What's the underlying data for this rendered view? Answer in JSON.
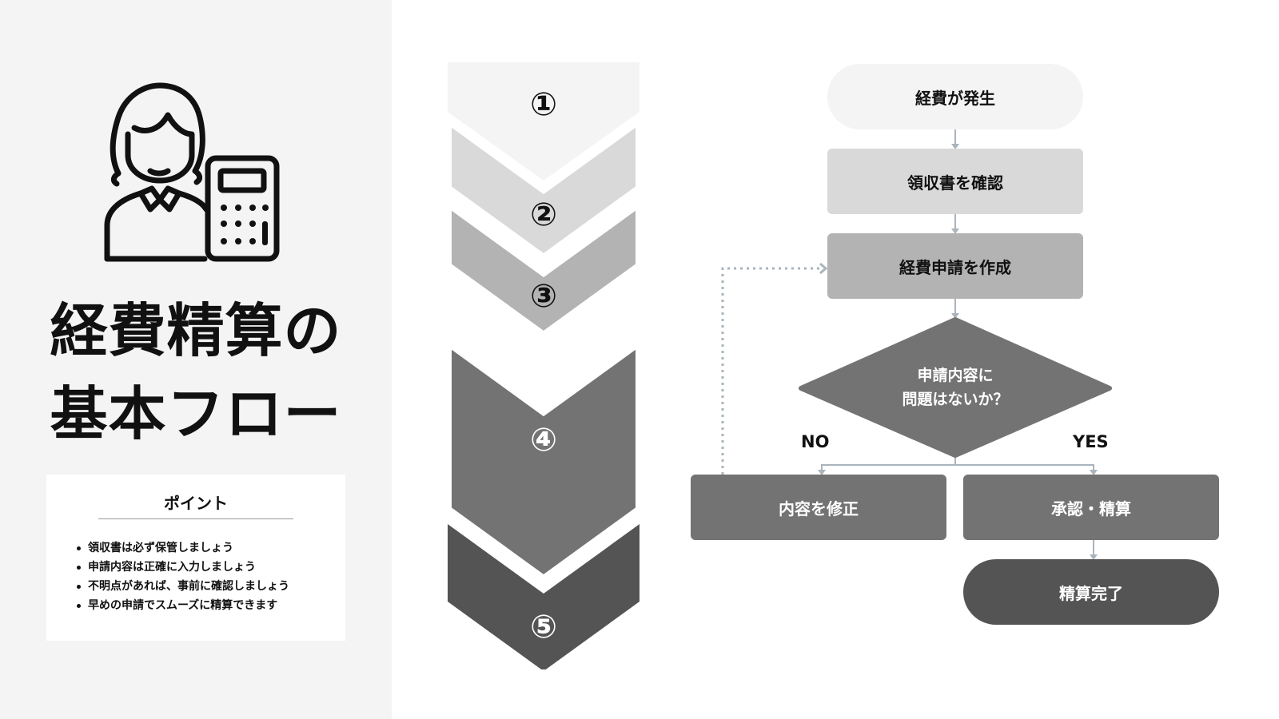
{
  "title": {
    "line1": "経費精算の",
    "line2": "基本フロー"
  },
  "points": {
    "heading": "ポイント",
    "items": [
      "領収書は必ず保管しましょう",
      "申請内容は正確に入力しましょう",
      "不明点があれば、事前に確認しましょう",
      "早めの申請でスムーズに精算できます"
    ]
  },
  "steps": [
    "①",
    "②",
    "③",
    "④",
    "⑤"
  ],
  "flow": {
    "start": "経費が発生",
    "receipt": "領収書を確認",
    "create": "経費申請を作成",
    "decision_line1": "申請内容に",
    "decision_line2": "問題はないか？",
    "no_label": "NO",
    "yes_label": "YES",
    "fix": "内容を修正",
    "approve": "承認・精算",
    "done": "精算完了"
  },
  "colors": {
    "panel_bg": "#f4f4f4",
    "step1": "#f4f4f4",
    "step2": "#d9d9d9",
    "step3": "#b3b3b3",
    "step4": "#737373",
    "step5": "#545454",
    "connector": "#aab4bc"
  },
  "icons": {
    "illustration": "person-with-calculator-icon"
  }
}
